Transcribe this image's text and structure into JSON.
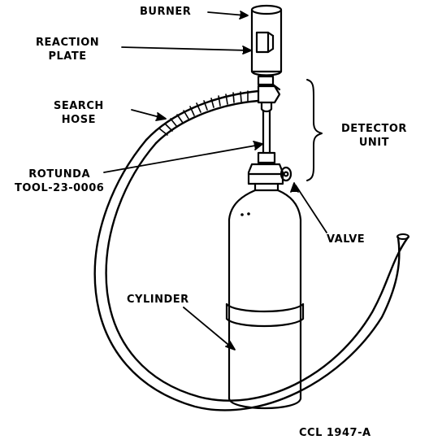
{
  "labels": {
    "burner": "BURNER",
    "reaction_plate": [
      "REACTION",
      "PLATE"
    ],
    "search_hose": [
      "SEARCH",
      "HOSE"
    ],
    "detector_unit": [
      "DETECTOR",
      "UNIT"
    ],
    "rotunda_tool": [
      "ROTUNDA",
      "TOOL-23-0006"
    ],
    "valve": "VALVE",
    "cylinder": "CYLINDER",
    "figure_code": "CCL 1947-A"
  },
  "colors": {
    "ink": "#000000",
    "paper": "#ffffff"
  }
}
